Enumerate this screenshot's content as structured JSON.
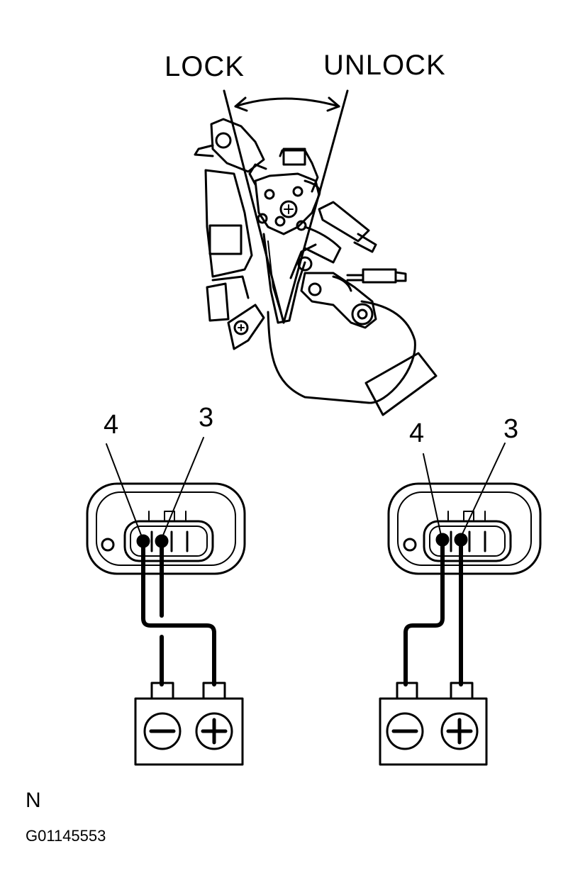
{
  "labels": {
    "lock": "LOCK",
    "unlock": "UNLOCK"
  },
  "connectors": [
    {
      "pin_left": "4",
      "pin_right": "3"
    },
    {
      "pin_left": "4",
      "pin_right": "3"
    }
  ],
  "footer": {
    "code": "N",
    "figure_id": "G01145553"
  }
}
